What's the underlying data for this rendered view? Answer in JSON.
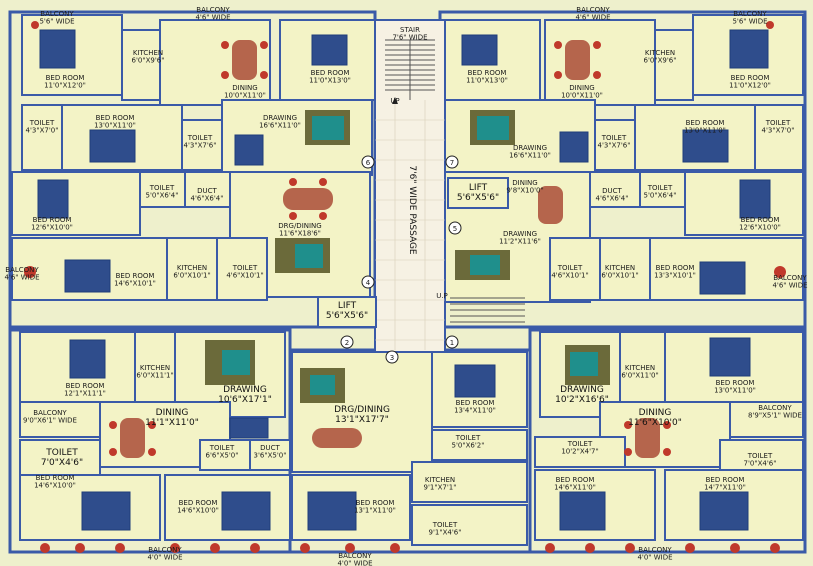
{
  "colors": {
    "background": "#eef0cc",
    "room_fill": "#f3f3c6",
    "wall": "#3a5aa8",
    "wall_dark": "#1f3d7a",
    "bed": "#2f4d8c",
    "sofa": "#6b6a3a",
    "teal": "#1f8f8c",
    "table": "#b5654c",
    "chair": "#c0392b",
    "passage": "#f6f1e3"
  },
  "labels": {
    "balcony_tl1": "BALCONY\n5'6\" WIDE",
    "balcony_tl2": "BALCONY\n4'6\" WIDE",
    "bed_tl": "BED ROOM\n11'0\"X12'0\"",
    "kitchen_tl": "KITCHEN\n6'0\"X9'6\"",
    "dining_tl": "DINING\n10'0\"X11'0\"",
    "bed_tc1": "BED ROOM\n11'0\"X13'0\"",
    "stair": "STAIR\n7'6\" WIDE",
    "bed_tc2": "BED ROOM\n11'0\"X13'0\"",
    "dining_tr": "DINING\n10'0\"X11'0\"",
    "kitchen_tr": "KITCHEN\n6'0\"X9'6\"",
    "bed_tr": "BED ROOM\n11'0\"X12'0\"",
    "balcony_tr1": "BALCONY\n4'6\" WIDE",
    "balcony_tr2": "BALCONY\n5'6\" WIDE",
    "toilet_l1": "TOILET\n4'3\"X7'0\"",
    "bed_l2": "BED ROOM\n13'0\"X11'0\"",
    "toilet_l2": "TOILET\n4'3\"X7'6\"",
    "drawing_l": "DRAWING\n16'6\"X11'0\"",
    "drawing_r": "DRAWING\n16'6\"X11'0\"",
    "toilet_r2": "TOILET\n4'3\"X7'6\"",
    "bed_r2": "BED ROOM\n13'0\"X11'0\"",
    "toilet_r1": "TOILET\n4'3\"X7'0\"",
    "bed_l3": "BED ROOM\n12'6\"X10'0\"",
    "toilet_l3": "TOILET\n5'0\"X6'4\"",
    "duct_l": "DUCT\n4'6\"X6'4\"",
    "drg_dining_l": "DRG/DINING\n11'6\"X18'6\"",
    "passage": "7'6\" WIDE PASSAGE",
    "lift_r": "LIFT\n5'6\"X5'6\"",
    "dining_c": "DINING\n9'8\"X10'0\"",
    "duct_r": "DUCT\n4'6\"X6'4\"",
    "toilet_r3": "TOILET\n5'0\"X6'4\"",
    "bed_r3": "BED ROOM\n12'6\"X10'0\"",
    "drawing_c": "DRAWING\n11'2\"X11'6\"",
    "balcony_l4": "BALCONY\n4'6\" WIDE",
    "bed_l4": "BED ROOM\n14'6\"X10'1\"",
    "kitchen_l4": "KITCHEN\n6'0\"X10'1\"",
    "toilet_l4": "TOILET\n4'6\"X10'1\"",
    "lift_l": "LIFT\n5'6\"X5'6\"",
    "toilet_r4": "TOILET\n4'6\"X10'1\"",
    "kitchen_r4": "KITCHEN\n6'0\"X10'1\"",
    "bed_r4": "BED ROOM\n13'3\"X10'1\"",
    "balcony_r4": "BALCONY\n4'6\" WIDE",
    "up1": "UP",
    "up2": "U.P",
    "bed_bl1": "BED ROOM\n12'1\"X11'1\"",
    "kitchen_bl": "KITCHEN\n6'0\"X11'1\"",
    "drawing_bl": "DRAWING\n10'6\"X17'1\"",
    "balcony_bl": "BALCONY\n9'0\"X6'1\" WIDE",
    "dining_bl": "DINING\n11'1\"X11'0\"",
    "toilet_bl": "TOILET\n7'0\"X4'6\"",
    "toilet_bl2": "TOILET\n6'6\"X5'0\"",
    "duct_bl": "DUCT\n3'6\"X5'0\"",
    "drg_dining_bc": "DRG/DINING\n13'1\"X17'7\"",
    "bed_bc": "BED ROOM\n13'4\"X11'0\"",
    "toilet_bc": "TOILET\n5'0\"X6'2\"",
    "kitchen_bc": "KITCHEN\n9'1\"X7'1\"",
    "toilet_bc2": "TOILET\n9'1\"X4'6\"",
    "drawing_br": "DRAWING\n10'2\"X16'6\"",
    "kitchen_br": "KITCHEN\n6'0\"X11'0\"",
    "bed_br1": "BED ROOM\n13'0\"X11'0\"",
    "dining_br": "DINING\n11'6\"X10'0\"",
    "balcony_br": "BALCONY\n8'9\"X5'1\" WIDE",
    "toilet_br": "TOILET\n10'2\"X4'7\"",
    "toilet_br2": "TOILET\n7'0\"X4'6\"",
    "bed_bl2": "BED ROOM\n14'6\"X10'0\"",
    "bed_bl3": "BED ROOM\n14'6\"X10'0\"",
    "bed_bc2": "BED ROOM\n13'1\"X11'0\"",
    "bed_br2": "BED ROOM\n14'6\"X11'0\"",
    "bed_br3": "BED ROOM\n14'7\"X11'0\"",
    "balcony_b1": "BALCONY\n4'0\" WIDE",
    "balcony_b2": "BALCONY\n4'0\" WIDE",
    "balcony_b3": "BALCONY\n4'0\" WIDE"
  },
  "flat_numbers": [
    "1",
    "2",
    "3",
    "4",
    "5",
    "6",
    "7"
  ]
}
